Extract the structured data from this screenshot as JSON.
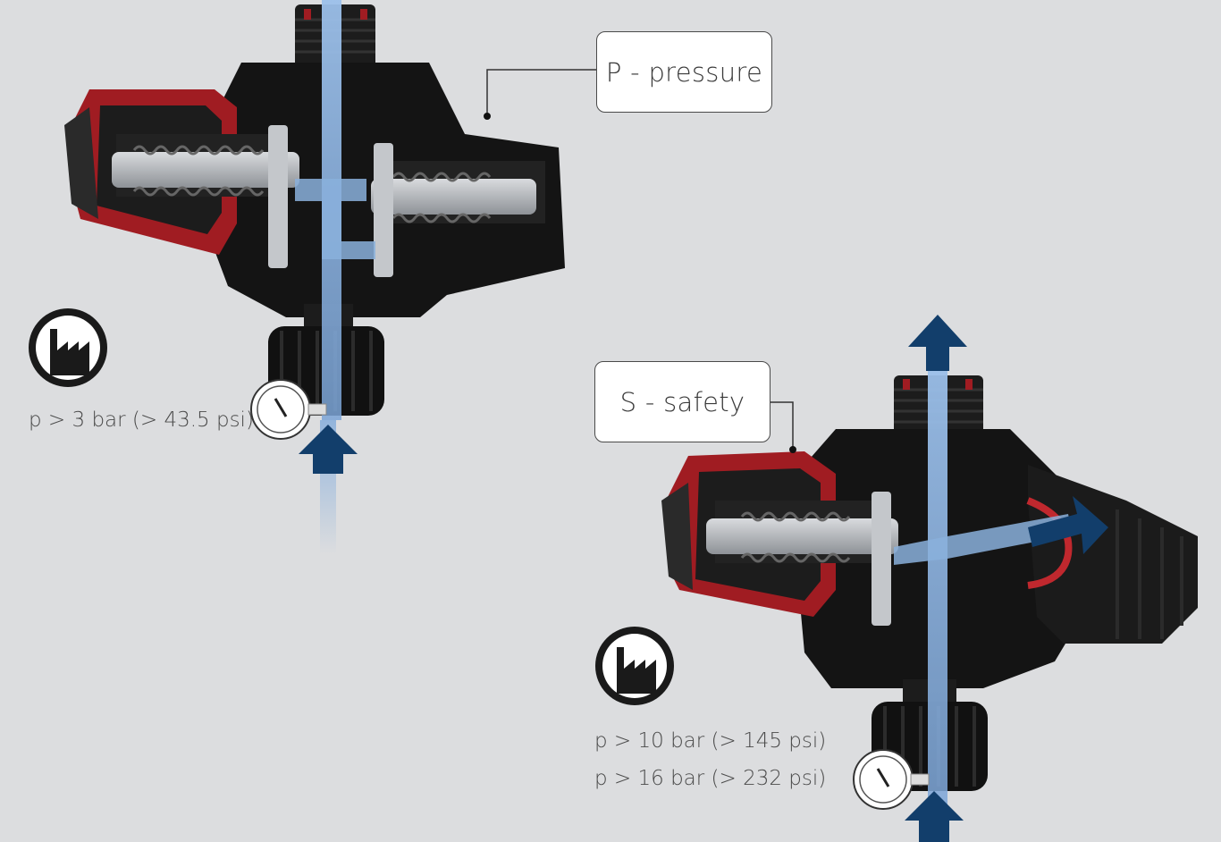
{
  "callouts": {
    "pressure": "P - pressure",
    "safety": "S - safety"
  },
  "specs": {
    "pressure": [
      "p > 3 bar (> 43.5 psi)"
    ],
    "safety": [
      "p > 10 bar (> 145 psi)",
      "p > 16 bar (> 232 psi)"
    ]
  },
  "icons": {
    "industry": "factory-icon",
    "gauge": "pressure-gauge-icon",
    "flow": "flow-arrow-icon"
  },
  "colors": {
    "background": "#dcdddf",
    "body": "#1a1a1a",
    "cap_red": "#a01c22",
    "metal": "#b9bcc0",
    "flow_blue": "#8ab0dc",
    "arrow_navy": "#123e6b",
    "text": "#4a4a4a"
  }
}
